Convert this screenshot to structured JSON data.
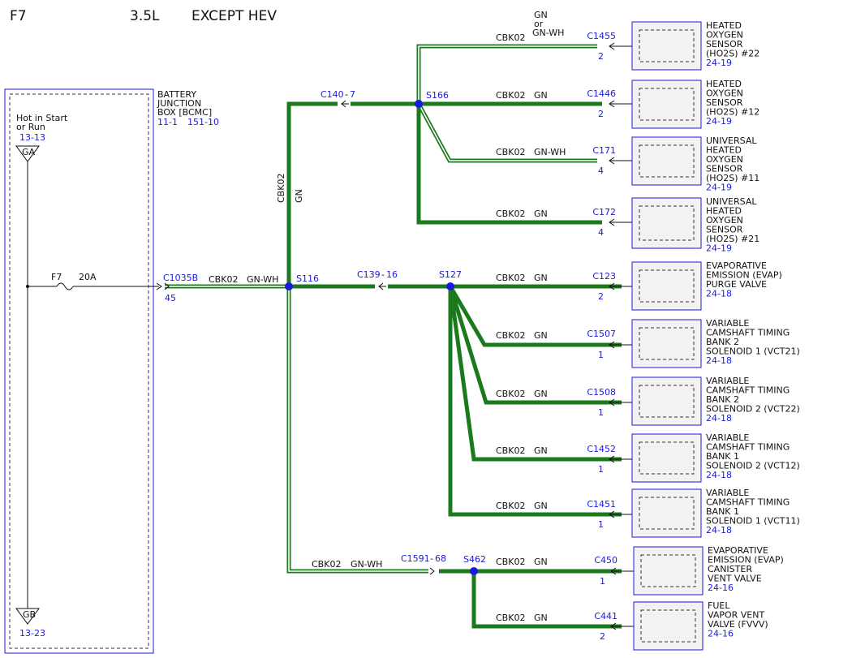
{
  "header": {
    "fuse_id": "F7",
    "engine": "3.5L",
    "variant": "EXCEPT HEV"
  },
  "power_source": {
    "title_lines": [
      "BATTERY",
      "JUNCTION",
      "BOX [BCMC]"
    ],
    "refs": [
      "11-1",
      "151-10"
    ],
    "hot_lines": [
      "Hot in Start",
      "or Run"
    ],
    "top_ref": "13-13",
    "top_terminal": "GA",
    "bottom_terminal": "GB",
    "bottom_ref": "13-23",
    "fuse_name": "F7",
    "fuse_rating": "20A"
  },
  "main_feed": {
    "connector": "C1035B",
    "pin": "45",
    "circuit": "CBK02",
    "color": "GN-WH"
  },
  "splices": {
    "s116": "S116",
    "s166": "S166",
    "s127": "S127",
    "s462": "S462"
  },
  "inline": {
    "c140": {
      "name": "C140",
      "pin": "7"
    },
    "c139": {
      "name": "C139",
      "pin": "16"
    },
    "c1591": {
      "name": "C1591",
      "pin": "68"
    }
  },
  "riser": {
    "circuit": "CBK02",
    "color": "GN"
  },
  "lower_feed": {
    "circuit": "CBK02",
    "color": "GN-WH"
  },
  "loads": [
    {
      "circuit": "CBK02",
      "color_lines": [
        "GN",
        "or",
        "GN-WH"
      ],
      "connector": "C1455",
      "pin": "2",
      "name_lines": [
        "HEATED",
        "OXYGEN",
        "SENSOR",
        "(HO2S) #22"
      ],
      "ref": "24-19"
    },
    {
      "circuit": "CBK02",
      "color_lines": [
        "GN"
      ],
      "connector": "C1446",
      "pin": "2",
      "name_lines": [
        "HEATED",
        "OXYGEN",
        "SENSOR",
        "(HO2S) #12"
      ],
      "ref": "24-19"
    },
    {
      "circuit": "CBK02",
      "color_lines": [
        "GN-WH"
      ],
      "connector": "C171",
      "pin": "4",
      "name_lines": [
        "UNIVERSAL",
        "HEATED",
        "OXYGEN",
        "SENSOR",
        "(HO2S) #11"
      ],
      "ref": "24-19"
    },
    {
      "circuit": "CBK02",
      "color_lines": [
        "GN"
      ],
      "connector": "C172",
      "pin": "4",
      "name_lines": [
        "UNIVERSAL",
        "HEATED",
        "OXYGEN",
        "SENSOR",
        "(HO2S) #21"
      ],
      "ref": "24-19"
    },
    {
      "circuit": "CBK02",
      "color_lines": [
        "GN"
      ],
      "connector": "C123",
      "pin": "2",
      "name_lines": [
        "EVAPORATIVE",
        "EMISSION (EVAP)",
        "PURGE VALVE"
      ],
      "ref": "24-18"
    },
    {
      "circuit": "CBK02",
      "color_lines": [
        "GN"
      ],
      "connector": "C1507",
      "pin": "1",
      "name_lines": [
        "VARIABLE",
        "CAMSHAFT TIMING",
        "BANK 2",
        "SOLENOID 1 (VCT21)"
      ],
      "ref": "24-18"
    },
    {
      "circuit": "CBK02",
      "color_lines": [
        "GN"
      ],
      "connector": "C1508",
      "pin": "1",
      "name_lines": [
        "VARIABLE",
        "CAMSHAFT TIMING",
        "BANK 2",
        "SOLENOID 2 (VCT22)"
      ],
      "ref": "24-18"
    },
    {
      "circuit": "CBK02",
      "color_lines": [
        "GN"
      ],
      "connector": "C1452",
      "pin": "1",
      "name_lines": [
        "VARIABLE",
        "CAMSHAFT TIMING",
        "BANK 1",
        "SOLENOID 2 (VCT12)"
      ],
      "ref": "24-18"
    },
    {
      "circuit": "CBK02",
      "color_lines": [
        "GN"
      ],
      "connector": "C1451",
      "pin": "1",
      "name_lines": [
        "VARIABLE",
        "CAMSHAFT TIMING",
        "BANK 1",
        "SOLENOID 1 (VCT11)"
      ],
      "ref": "24-18"
    },
    {
      "circuit": "CBK02",
      "color_lines": [
        "GN"
      ],
      "connector": "C450",
      "pin": "1",
      "name_lines": [
        "EVAPORATIVE",
        "EMISSION (EVAP)",
        "CANISTER",
        "VENT VALVE"
      ],
      "ref": "24-16"
    },
    {
      "circuit": "CBK02",
      "color_lines": [
        "GN"
      ],
      "connector": "C441",
      "pin": "2",
      "name_lines": [
        "FUEL",
        "VAPOR VENT",
        "VALVE (FVVV)"
      ],
      "ref": "24-16"
    }
  ]
}
